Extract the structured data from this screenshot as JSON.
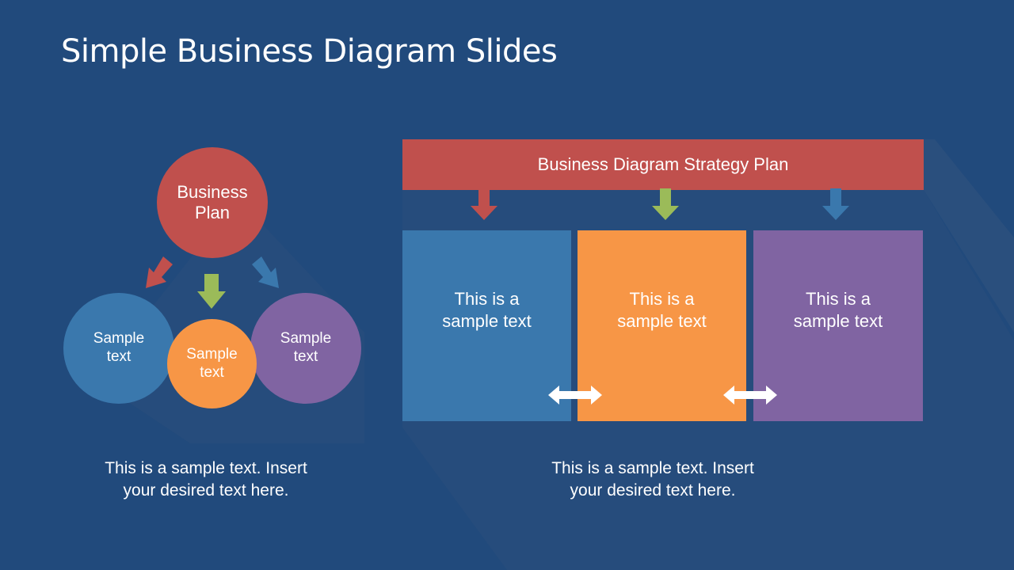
{
  "slide": {
    "title": "Simple Business Diagram Slides",
    "background_color": "#214a7c"
  },
  "left_diagram": {
    "main_circle": {
      "line1": "Business",
      "line2": "Plan",
      "color": "#c0504d"
    },
    "circles": [
      {
        "line1": "Sample",
        "line2": "text",
        "color": "#3a78ad"
      },
      {
        "line1": "Sample",
        "line2": "text",
        "color": "#f79646"
      },
      {
        "line1": "Sample",
        "line2": "text",
        "color": "#8064a2"
      }
    ],
    "arrows": [
      {
        "direction": "down-left",
        "color": "#c0504d"
      },
      {
        "direction": "down",
        "color": "#9bbb59"
      },
      {
        "direction": "down-right",
        "color": "#3a78ad"
      }
    ],
    "caption": {
      "line1": "This is a sample text. Insert",
      "line2": "your desired text here."
    }
  },
  "right_diagram": {
    "header": {
      "label": "Business Diagram Strategy Plan",
      "color": "#c0504d"
    },
    "arrows": [
      {
        "direction": "down",
        "color": "#c0504d"
      },
      {
        "direction": "down",
        "color": "#9bbb59"
      },
      {
        "direction": "down",
        "color": "#3a78ad"
      }
    ],
    "boxes": [
      {
        "line1": "This is a",
        "line2": "sample text",
        "color": "#3a78ad"
      },
      {
        "line1": "This is a",
        "line2": "sample text",
        "color": "#f79646"
      },
      {
        "line1": "This is a",
        "line2": "sample text",
        "color": "#8064a2"
      }
    ],
    "connectors": [
      "double-arrow",
      "double-arrow"
    ],
    "caption": {
      "line1": "This is a sample text. Insert",
      "line2": "your desired text here."
    }
  }
}
